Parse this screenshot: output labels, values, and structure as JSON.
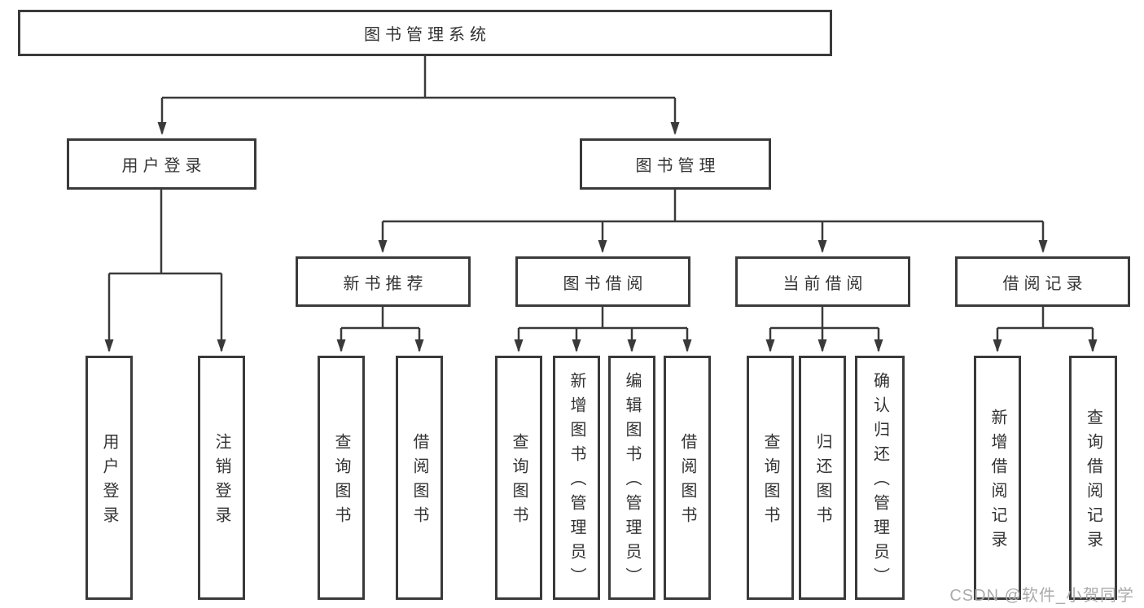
{
  "diagram_type": "tree",
  "nodes": {
    "root": {
      "label": "图书管理系统"
    },
    "level1": [
      {
        "label": "用户登录"
      },
      {
        "label": "图书管理"
      }
    ],
    "level2": [
      {
        "label": "新书推荐"
      },
      {
        "label": "图书借阅"
      },
      {
        "label": "当前借阅"
      },
      {
        "label": "借阅记录"
      }
    ],
    "leaves": [
      {
        "label": "用户登录"
      },
      {
        "label": "注销登录"
      },
      {
        "label": "查询图书"
      },
      {
        "label": "借阅图书"
      },
      {
        "label": "查询图书"
      },
      {
        "label": "新增图书（管理员）"
      },
      {
        "label": "编辑图书（管理员）"
      },
      {
        "label": "借阅图书"
      },
      {
        "label": "查询图书"
      },
      {
        "label": "归还图书"
      },
      {
        "label": "确认归还（管理员）"
      },
      {
        "label": "新增借阅记录"
      },
      {
        "label": "查询借阅记录"
      }
    ]
  },
  "hierarchy": {
    "图书管理系统": [
      "用户登录",
      "图书管理"
    ],
    "用户登录": [
      "用户登录",
      "注销登录"
    ],
    "图书管理": [
      "新书推荐",
      "图书借阅",
      "当前借阅",
      "借阅记录"
    ],
    "新书推荐": [
      "查询图书",
      "借阅图书"
    ],
    "图书借阅": [
      "查询图书",
      "新增图书（管理员）",
      "编辑图书（管理员）",
      "借阅图书"
    ],
    "当前借阅": [
      "查询图书",
      "归还图书",
      "确认归还（管理员）"
    ],
    "借阅记录": [
      "新增借阅记录",
      "查询借阅记录"
    ]
  },
  "watermark": {
    "text": "CSDN @软件_小贺同学"
  },
  "colors": {
    "line": "#3a3a3a",
    "box_border": "#3a3a3a",
    "text": "#333333",
    "watermark": "#ababab",
    "background": "#ffffff"
  }
}
